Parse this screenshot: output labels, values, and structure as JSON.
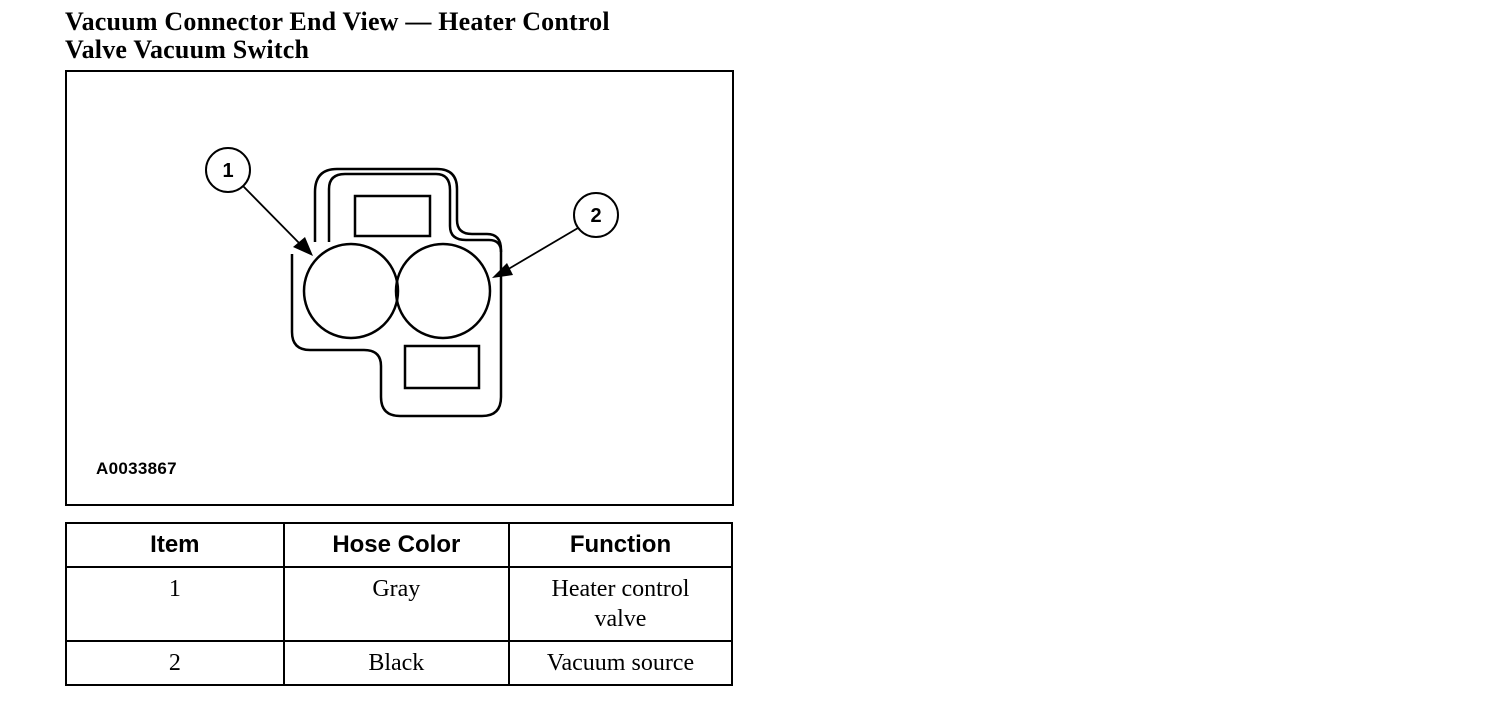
{
  "document": {
    "title_line1": "Vacuum Connector End View — Heater Control",
    "title_line2": "Valve Vacuum Switch"
  },
  "figure": {
    "figure_id": "A0033867",
    "callouts": [
      {
        "label": "1"
      },
      {
        "label": "2"
      }
    ]
  },
  "table": {
    "headers": [
      "Item",
      "Hose Color",
      "Function"
    ],
    "rows": [
      {
        "item": "1",
        "hose_color": "Gray",
        "function_line1": "Heater control",
        "function_line2": "valve"
      },
      {
        "item": "2",
        "hose_color": "Black",
        "function_line1": "Vacuum source",
        "function_line2": ""
      }
    ]
  }
}
